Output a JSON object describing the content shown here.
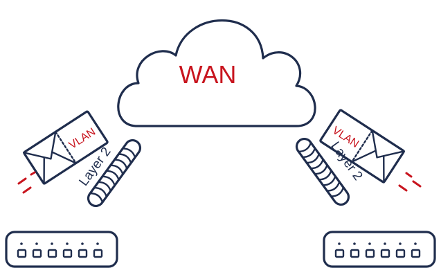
{
  "diagram": {
    "cloud_label": "WAN",
    "left_envelope_tag": "VLAN",
    "right_envelope_tag": "VLAN",
    "left_tunnel_label": "Layer 2",
    "right_tunnel_label": "Layer 2",
    "colors": {
      "outline": "#1f2d4d",
      "accent": "#c8141e",
      "background": "#ffffff"
    },
    "left_switch_ports": 6,
    "right_switch_ports": 6
  }
}
